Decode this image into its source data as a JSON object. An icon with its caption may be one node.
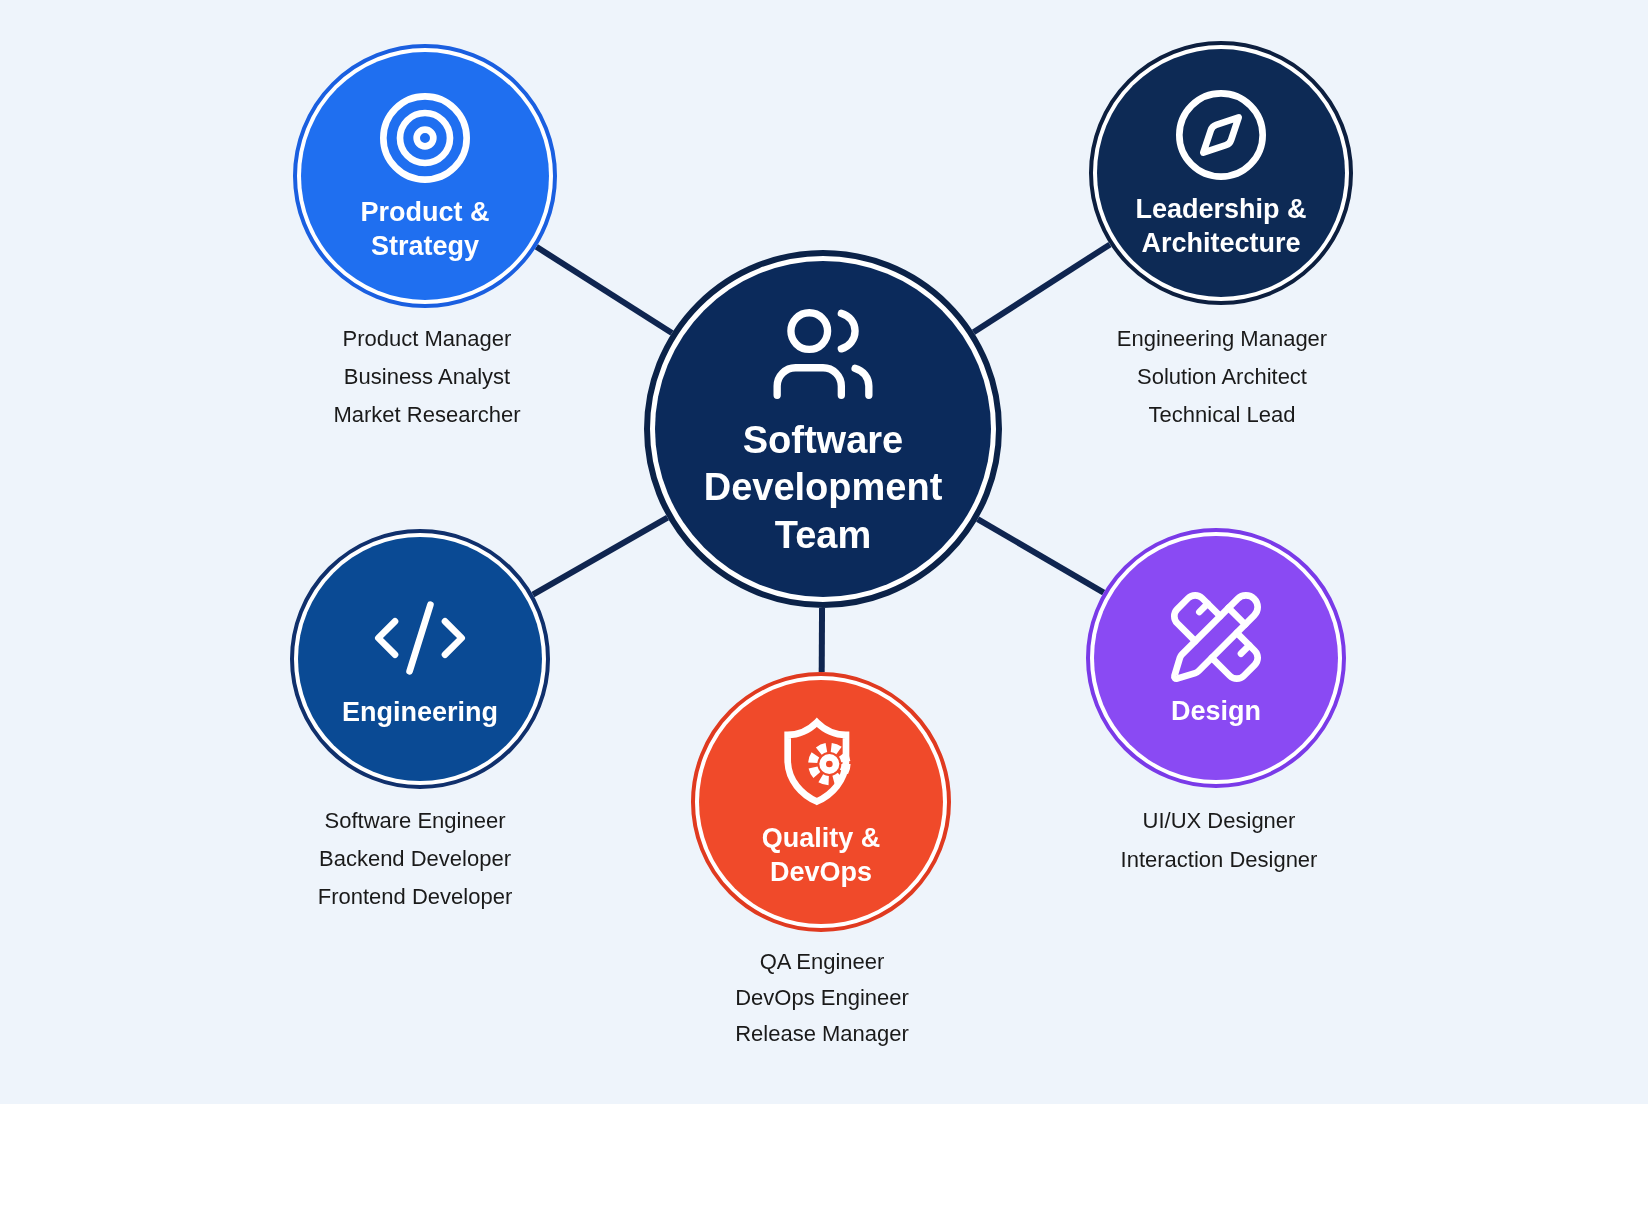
{
  "diagram": {
    "nodes": [
      {
        "text": [
          "Product & Strategy"
        ],
        "beside": [
          "Product Manager",
          "Business Analyst",
          "Market Researcher"
        ]
      },
      {
        "text": [
          "Leadership & Architecture"
        ],
        "beside": [
          "Engineering Manager",
          "Solution Architect",
          "Technical Lead"
        ]
      },
      {
        "text": [
          "Software Development Team"
        ]
      },
      {
        "text": [
          "Engineering"
        ],
        "beside": [
          "Software Engineer",
          "Backend Developer",
          "Frontend Developer"
        ]
      },
      {
        "text": [
          "Design"
        ],
        "beside": [
          "UI/UX Designer",
          "Interaction Designer"
        ]
      },
      {
        "text": [
          "Quality & DevOps"
        ],
        "beside": [
          "QA Engineer",
          "DevOps Engineer",
          "Release Manager"
        ]
      }
    ],
    "edges": [
      {
        "from": 2,
        "to": 0,
        "arrow": "none"
      },
      {
        "from": 2,
        "to": 1,
        "arrow": "none"
      },
      {
        "from": 2,
        "to": 3,
        "arrow": "none"
      },
      {
        "from": 2,
        "to": 4,
        "arrow": "none"
      },
      {
        "from": 2,
        "to": 5,
        "arrow": "none"
      }
    ]
  }
}
